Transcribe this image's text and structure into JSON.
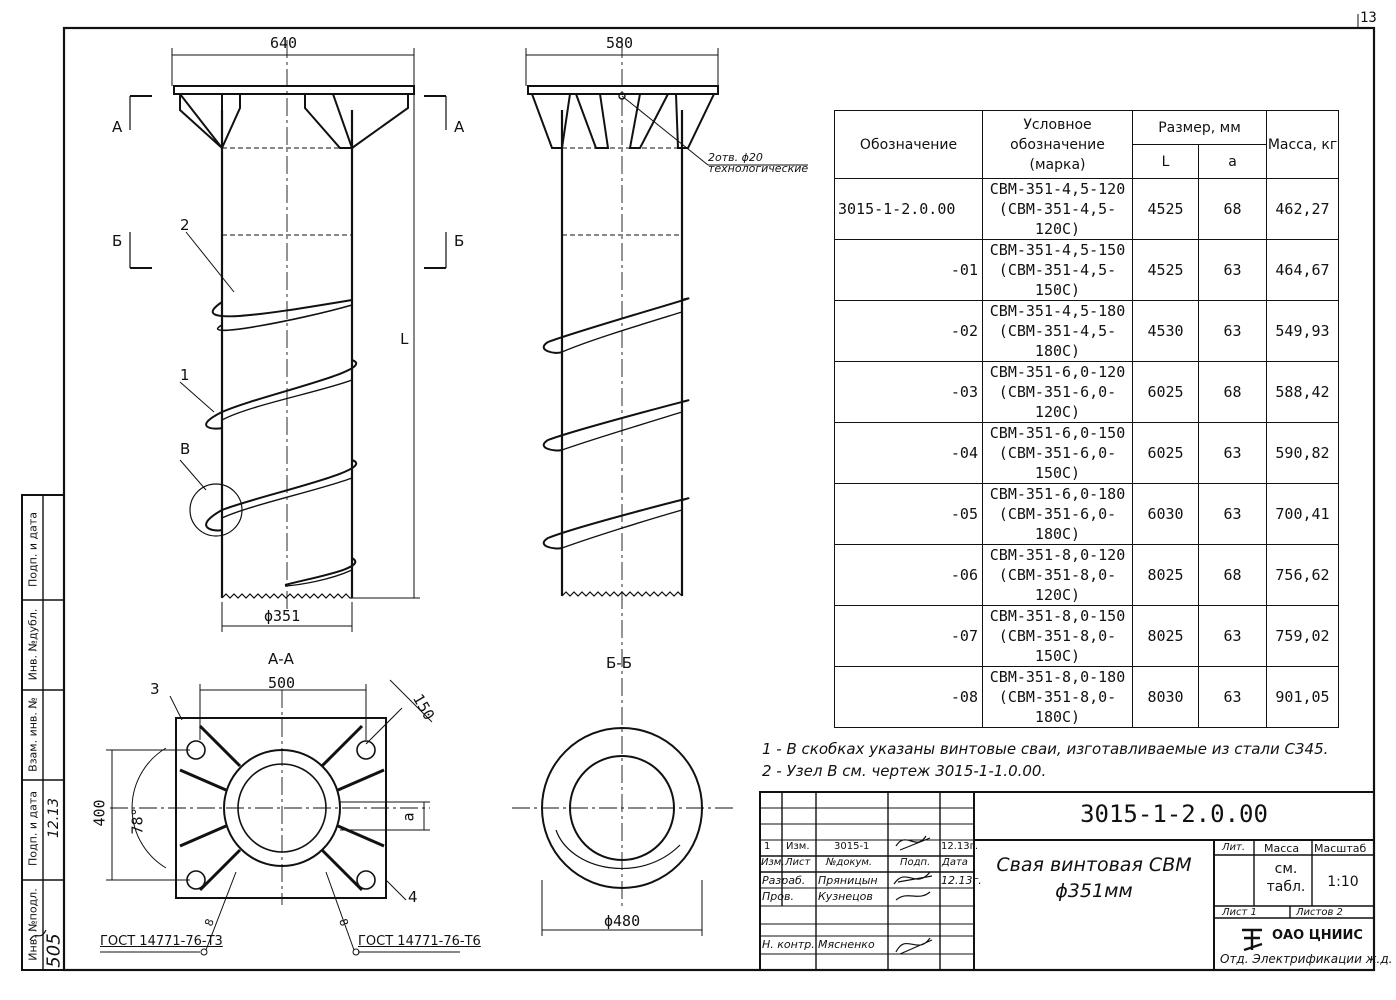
{
  "sheet_number": "13",
  "dims": {
    "left_top_width": "640",
    "right_top_width": "580",
    "left_diameter": "ϕ351",
    "length": "L",
    "section_aa_width": "500",
    "section_aa_diag": "150",
    "section_aa_height": "400",
    "angle": "78°",
    "dim_a": "a",
    "section_bb_diameter": "ϕ480"
  },
  "labels": {
    "cut_a_left": "A",
    "cut_a_right": "A",
    "cut_b_left": "Б",
    "cut_b_right": "Б",
    "pos_2": "2",
    "pos_1": "1",
    "pos_v": "В",
    "pos_3": "3",
    "pos_4": "4",
    "section_aa": "А-А",
    "section_bb": "Б-Б",
    "holes_line1": "2отв. ϕ20",
    "holes_line2": "технологические",
    "weld_left": "ГОСТ 14771-76-Т3",
    "weld_right": "ГОСТ 14771-76-Т6",
    "weld_left_leg": "8",
    "weld_right_leg": "8"
  },
  "table": {
    "headers": {
      "designation": "Обозначение",
      "conditional": "Условное обозначение (марка)",
      "size": "Размер, мм",
      "size_l": "L",
      "size_a": "a",
      "mass": "Масса, кг"
    },
    "rows": [
      {
        "code": "3015-1-2.0.00",
        "mark1": "СВМ-351-4,5-120",
        "mark2": "(СВМ-351-4,5-120С)",
        "L": "4525",
        "a": "68",
        "mass": "462,27"
      },
      {
        "code": "-01",
        "mark1": "СВМ-351-4,5-150",
        "mark2": "(СВМ-351-4,5-150С)",
        "L": "4525",
        "a": "63",
        "mass": "464,67"
      },
      {
        "code": "-02",
        "mark1": "СВМ-351-4,5-180",
        "mark2": "(СВМ-351-4,5-180С)",
        "L": "4530",
        "a": "63",
        "mass": "549,93"
      },
      {
        "code": "-03",
        "mark1": "СВМ-351-6,0-120",
        "mark2": "(СВМ-351-6,0-120С)",
        "L": "6025",
        "a": "68",
        "mass": "588,42"
      },
      {
        "code": "-04",
        "mark1": "СВМ-351-6,0-150",
        "mark2": "(СВМ-351-6,0-150С)",
        "L": "6025",
        "a": "63",
        "mass": "590,82"
      },
      {
        "code": "-05",
        "mark1": "СВМ-351-6,0-180",
        "mark2": "(СВМ-351-6,0-180С)",
        "L": "6030",
        "a": "63",
        "mass": "700,41"
      },
      {
        "code": "-06",
        "mark1": "СВМ-351-8,0-120",
        "mark2": "(СВМ-351-8,0-120С)",
        "L": "8025",
        "a": "68",
        "mass": "756,62"
      },
      {
        "code": "-07",
        "mark1": "СВМ-351-8,0-150",
        "mark2": "(СВМ-351-8,0-150С)",
        "L": "8025",
        "a": "63",
        "mass": "759,02"
      },
      {
        "code": "-08",
        "mark1": "СВМ-351-8,0-180",
        "mark2": "(СВМ-351-8,0-180С)",
        "L": "8030",
        "a": "63",
        "mass": "901,05"
      }
    ]
  },
  "notes": [
    "1 - В скобках указаны винтовые сваи, изготавливаемые из стали С345.",
    "2 - Узел В см. чертеж 3015-1-1.0.00."
  ],
  "side_stamp": {
    "inv_podl_label": "Инв. №подл.",
    "inv_podl_value": "505",
    "podp_data_label": "Подп. и дата",
    "podp_data_value": "12.13",
    "vzam_label": "Взам. инв. №",
    "inv_dubl_label": "Инв. №дубл.",
    "podp_data2_label": "Подп. и дата"
  },
  "title_block": {
    "doc_code": "3015-1-2.0.00",
    "title_line1": "Свая винтовая СВМ",
    "title_line2": "ϕ351мм",
    "rev_row": {
      "izm": "1",
      "list": "Изм.",
      "doc": "3015-1",
      "date": "12.13г."
    },
    "head_row": {
      "izm": "Изм.",
      "list": "Лист",
      "doc": "№докум.",
      "podp": "Подп.",
      "date": "Дата"
    },
    "people": [
      {
        "role": "Разраб.",
        "name": "Пряницын",
        "date": "12.13г."
      },
      {
        "role": "Пров.",
        "name": "Кузнецов",
        "date": ""
      },
      {
        "role": "",
        "name": "",
        "date": ""
      },
      {
        "role": "",
        "name": "",
        "date": ""
      },
      {
        "role": "Н. контр.",
        "name": "Мясненко",
        "date": ""
      }
    ],
    "lit_label": "Лит.",
    "mass_label": "Масса",
    "scale_label": "Масштаб",
    "mass_value_1": "см.",
    "mass_value_2": "табл.",
    "scale_value": "1:10",
    "sheet_label": "Лист 1",
    "sheets_label": "Листов 2",
    "org_name": "ОАО ЦНИИС",
    "dept_name": "Отд. Электрификации ж.д."
  }
}
